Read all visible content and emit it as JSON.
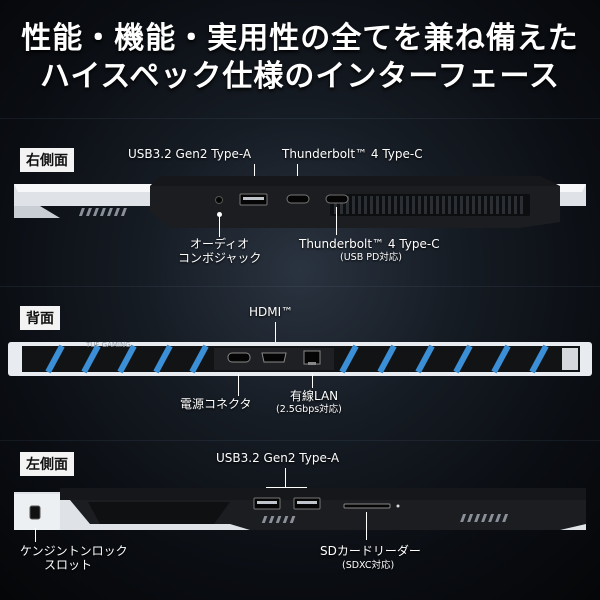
{
  "headline": {
    "line1": "性能・機能・実用性の全てを兼ね備えた",
    "line2": "ハイスペック仕様のインターフェース"
  },
  "sections": {
    "right": {
      "title": "右側面",
      "labels": {
        "usb": "USB3.2 Gen2 Type-A",
        "thunderbolt_top": "Thunderbolt™ 4 Type-C",
        "audio_line1": "オーディオ",
        "audio_line2": "コンボジャック",
        "thunderbolt_bottom": "Thunderbolt™ 4 Type-C",
        "thunderbolt_bottom_note": "(USB PD対応)"
      }
    },
    "back": {
      "title": "背面",
      "labels": {
        "hdmi": "HDMI™",
        "power": "電源コネクタ",
        "lan": "有線LAN",
        "lan_note": "(2.5Gbps対応)"
      }
    },
    "left": {
      "title": "左側面",
      "labels": {
        "usb": "USB3.2 Gen2 Type-A",
        "kensington_line1": "ケンジントンロック",
        "kensington_line2": "スロット",
        "sd": "SDカードリーダー",
        "sd_note": "(SDXC対応)"
      }
    }
  },
  "device_markings": {
    "back_logo": "TUF GAMING"
  },
  "colors": {
    "vent_accent": "#3a8fd6",
    "chassis_silver": "#e6e9ee",
    "chassis_black": "#16181b"
  }
}
